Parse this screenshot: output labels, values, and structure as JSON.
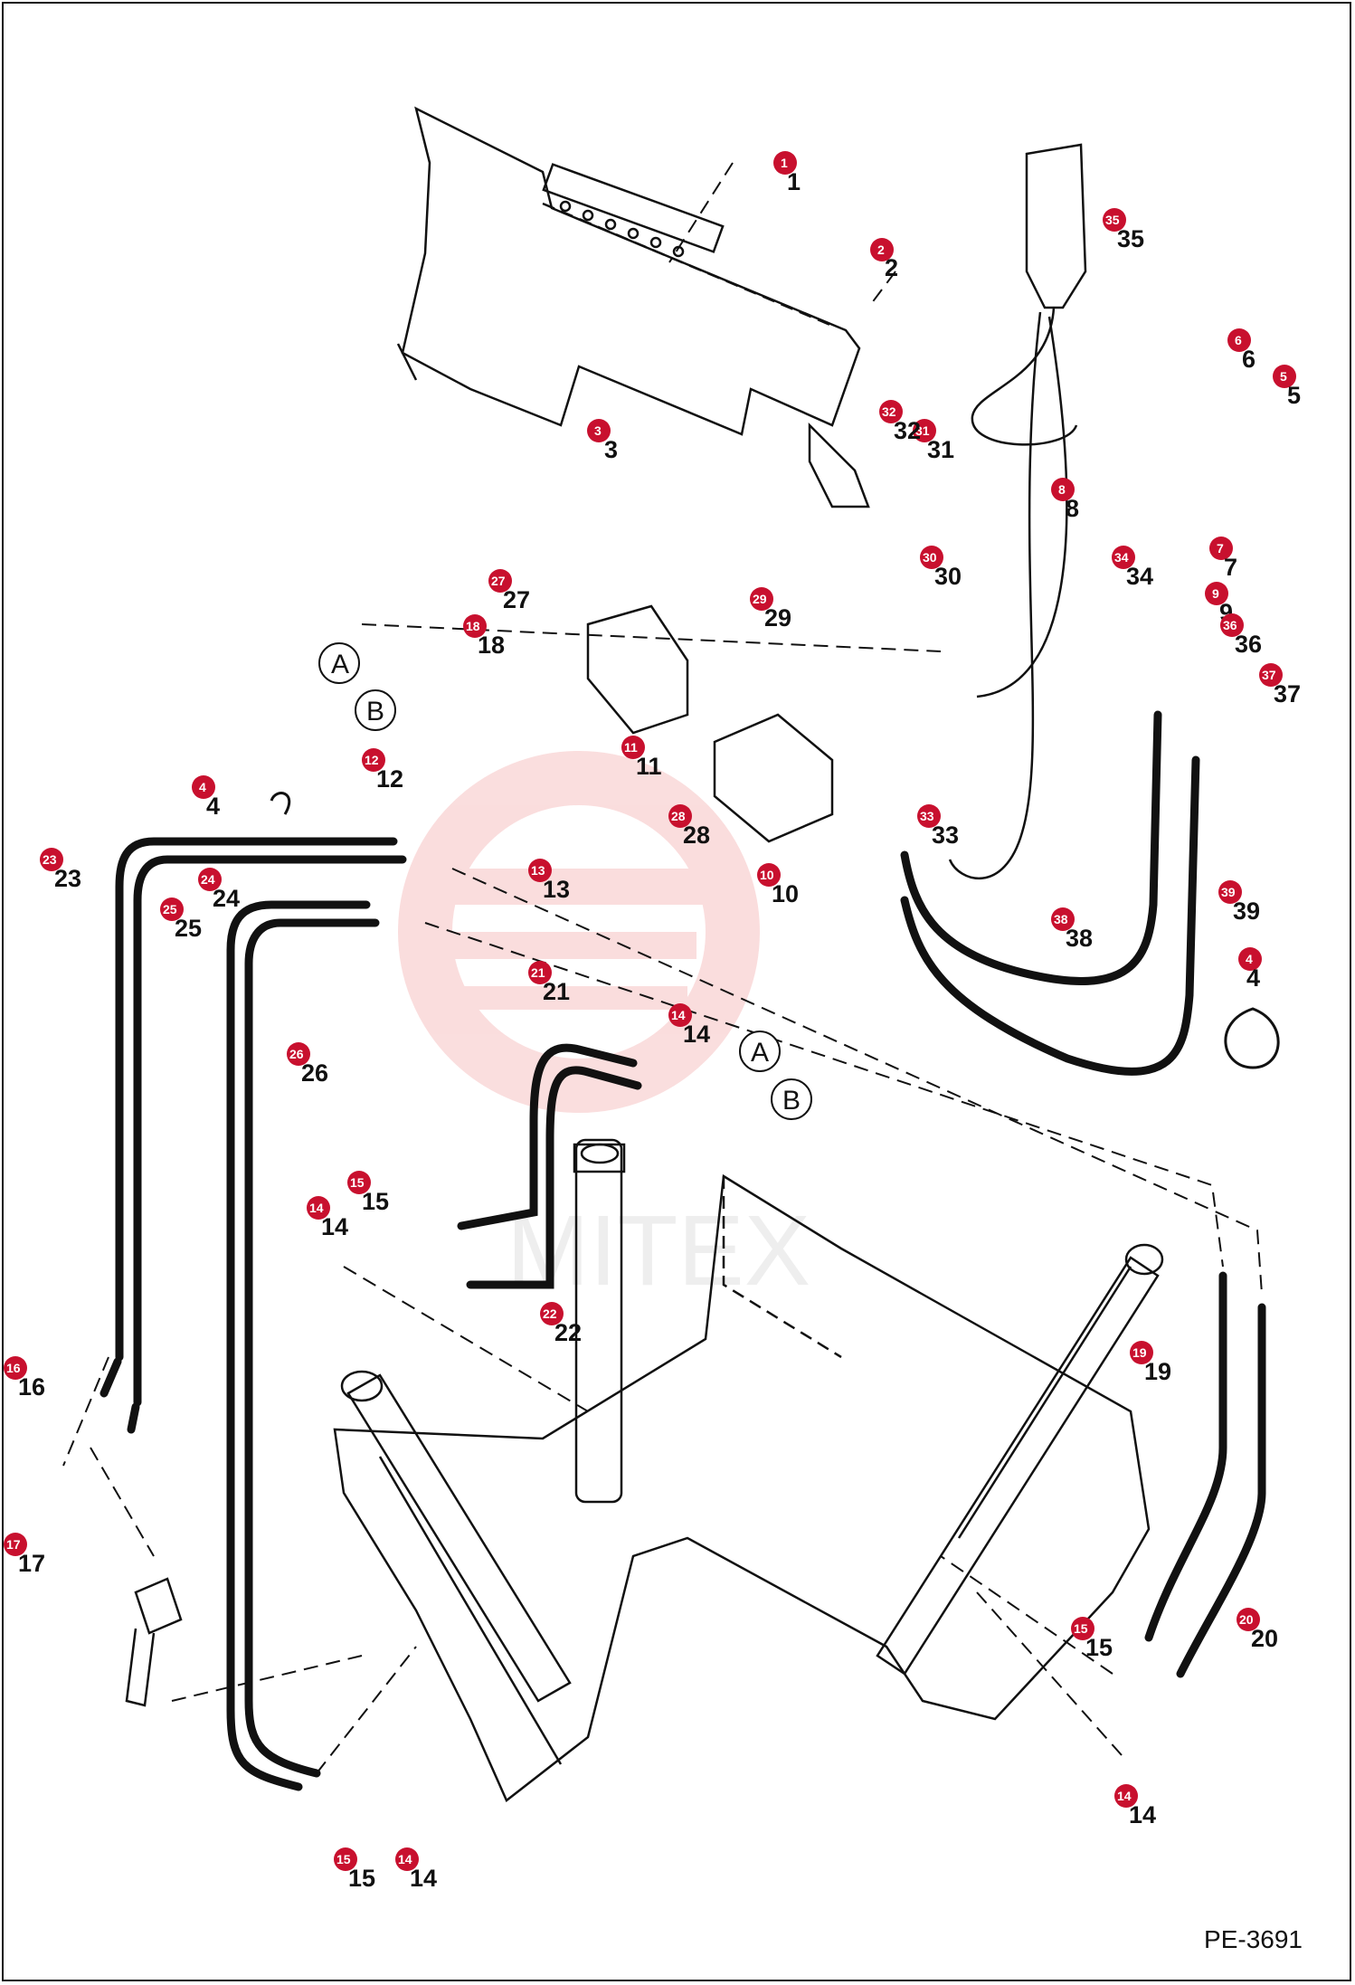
{
  "drawing_ref": "PE-3691",
  "watermark_text": "MITEX",
  "colors": {
    "badge": "#c8102e",
    "line": "#111111",
    "watermark": "#f2b8b8"
  },
  "section_markers": [
    "A",
    "B"
  ],
  "callouts": [
    "1",
    "2",
    "3",
    "4",
    "5",
    "6",
    "7",
    "8",
    "9",
    "10",
    "11",
    "12",
    "13",
    "14",
    "15",
    "16",
    "17",
    "18",
    "19",
    "20",
    "21",
    "22",
    "23",
    "24",
    "25",
    "26",
    "27",
    "28",
    "29",
    "30",
    "31",
    "32",
    "33",
    "34",
    "35",
    "36",
    "37",
    "38",
    "39",
    "4",
    "14",
    "15",
    "14",
    "15",
    "14",
    "15",
    "14"
  ]
}
